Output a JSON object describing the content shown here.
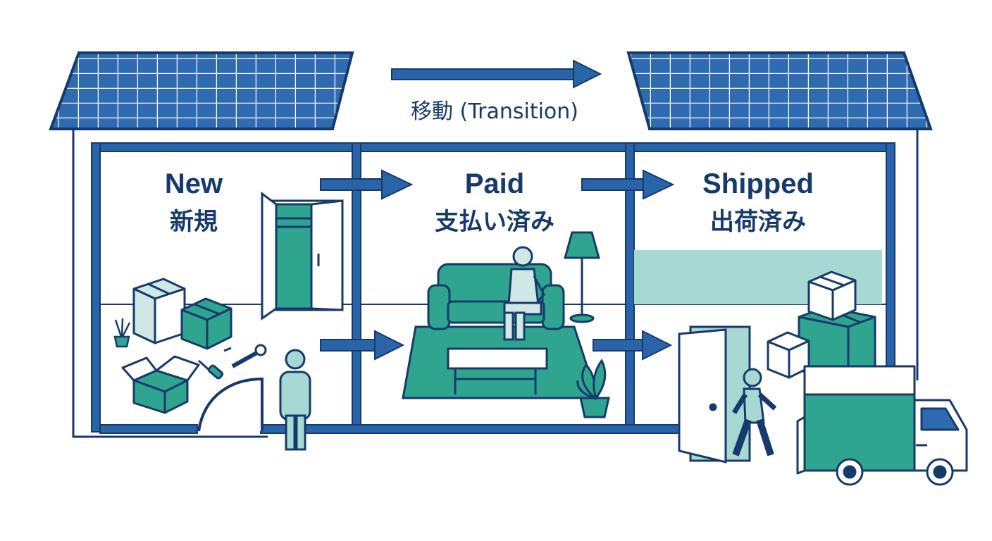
{
  "transition_label": "移動 (Transition)",
  "stages": [
    {
      "name_en": "New",
      "name_ja": "新規"
    },
    {
      "name_en": "Paid",
      "name_ja": "支払い済み"
    },
    {
      "name_en": "Shipped",
      "name_ja": "出荷済み"
    }
  ],
  "colors": {
    "outline": "#163a6b",
    "wall_blue": "#2a64a8",
    "panel_blue": "#2f6bb0",
    "teal": "#2fa58f",
    "teal_light": "#a8d8d4",
    "box_light": "#cfe8e5"
  }
}
